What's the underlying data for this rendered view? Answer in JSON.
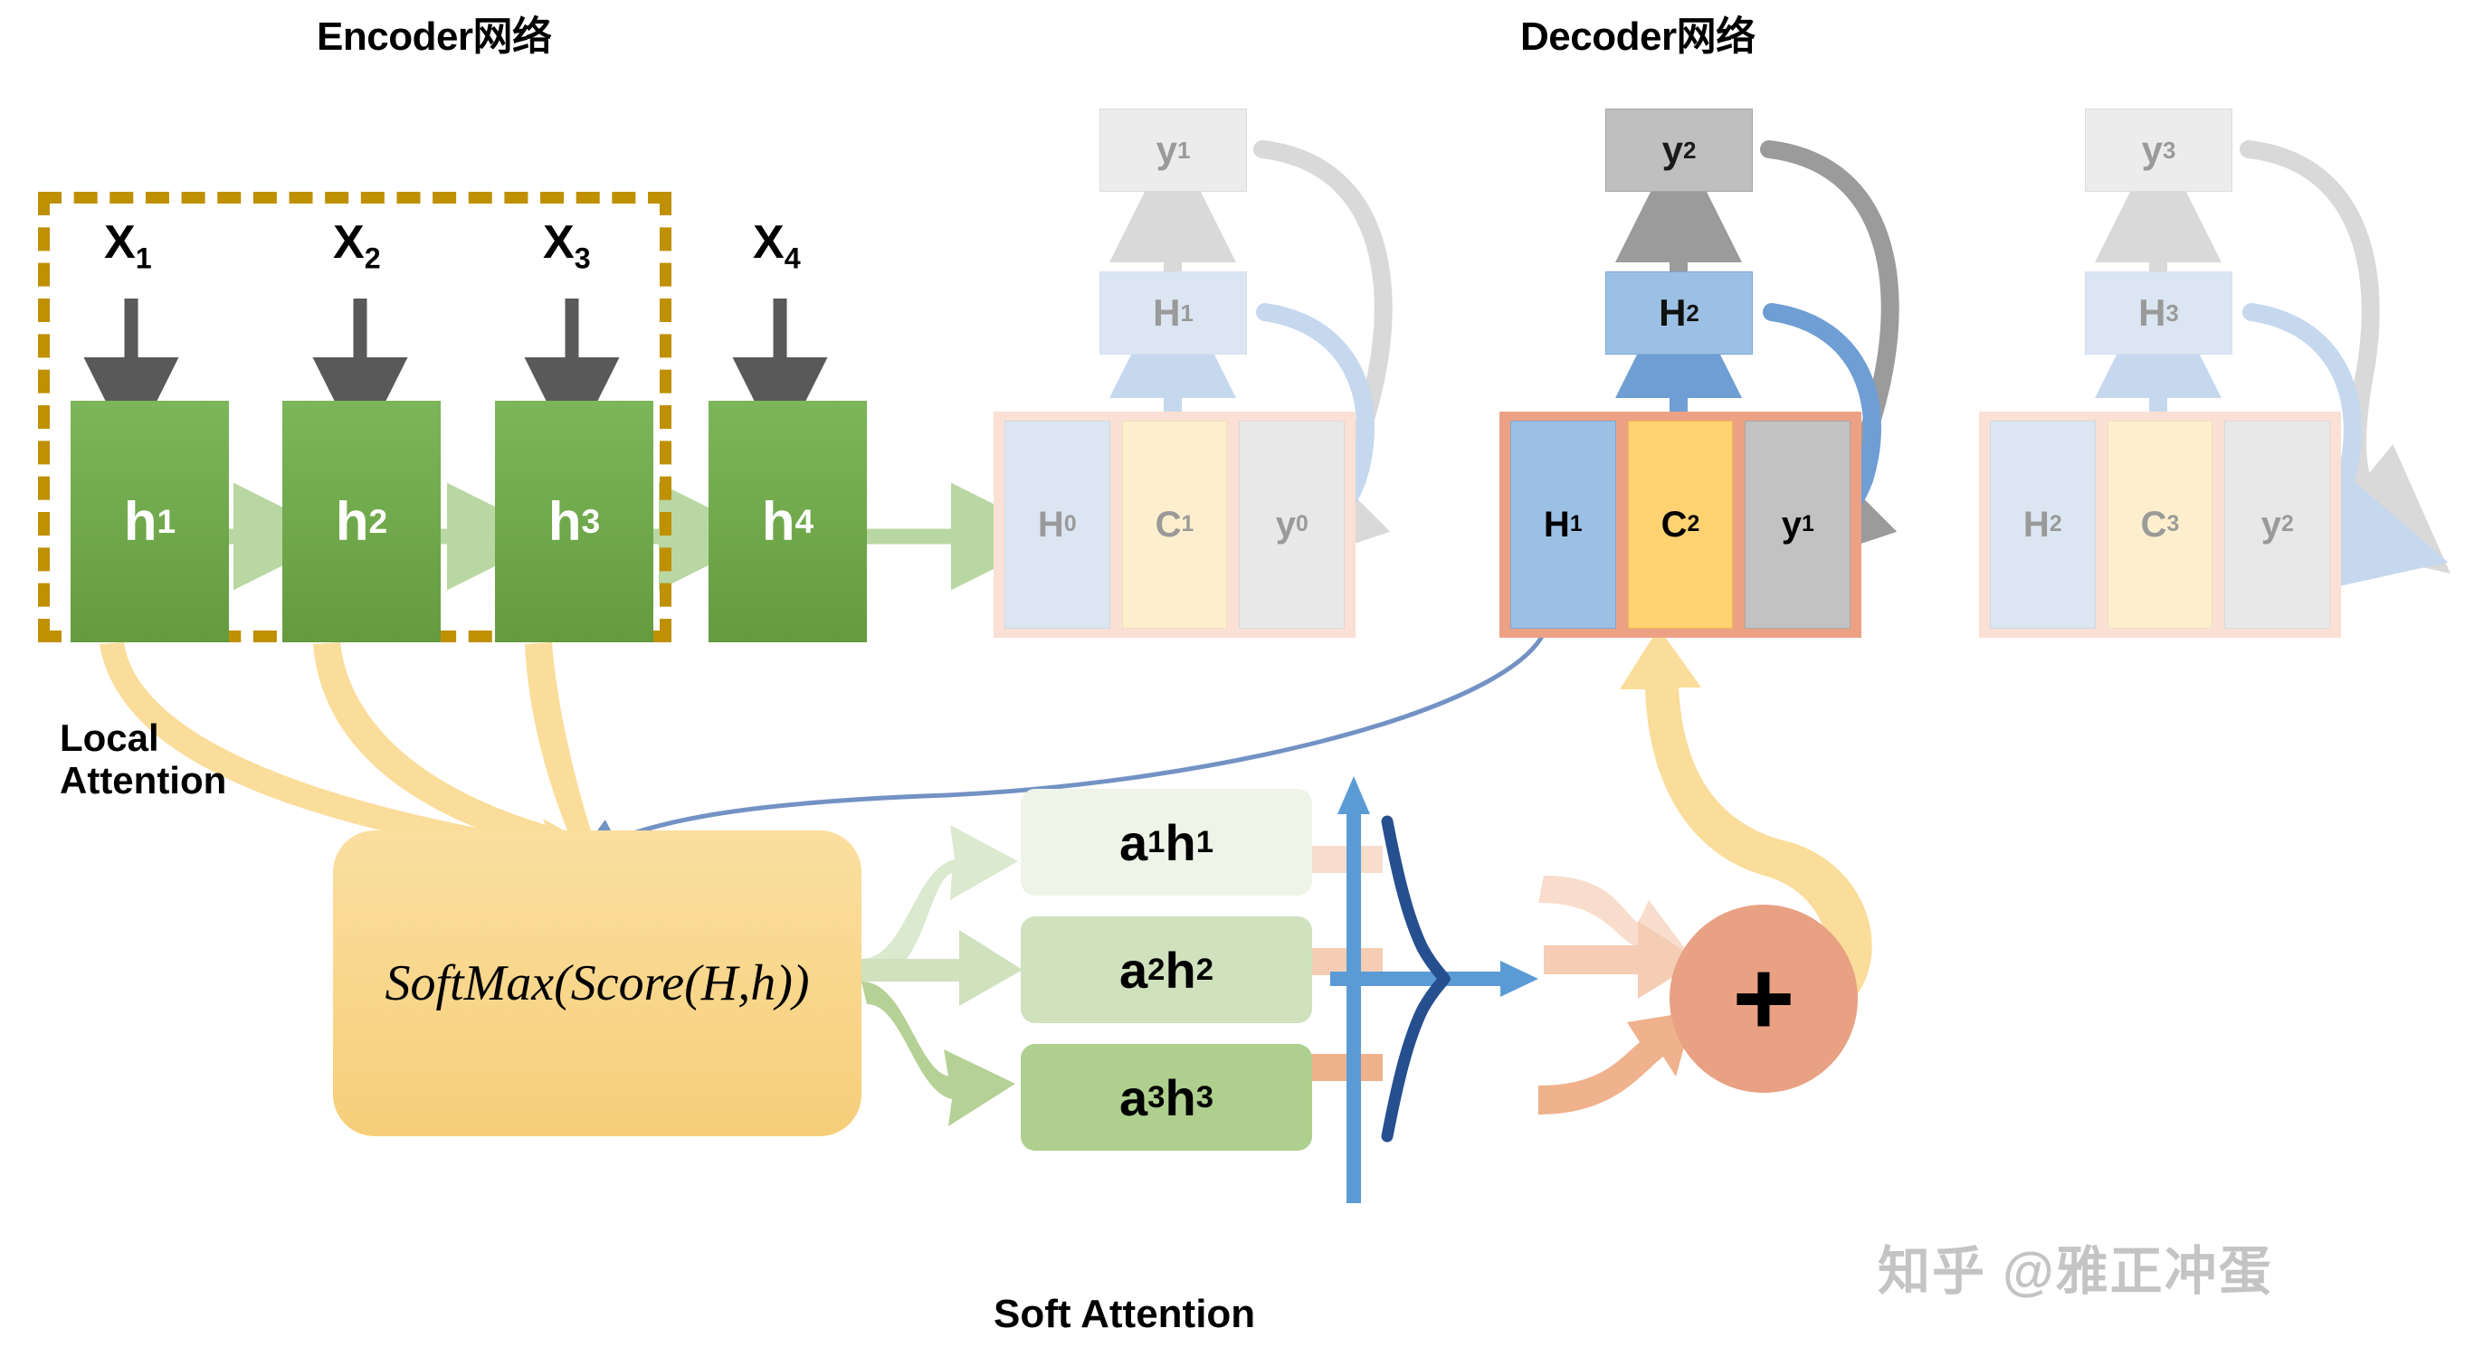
{
  "titles": {
    "encoder": "Encoder网络",
    "decoder": "Decoder网络"
  },
  "labels": {
    "local_attention": "Local\nAttention",
    "local_attention_line1": "Local",
    "local_attention_line2": "Attention",
    "soft_attention": "Soft Attention",
    "watermark": "知乎 @雅正冲蛋"
  },
  "encoder": {
    "inputs": [
      {
        "label": "X",
        "sub": "1"
      },
      {
        "label": "X",
        "sub": "2"
      },
      {
        "label": "X",
        "sub": "3"
      },
      {
        "label": "X",
        "sub": "4"
      }
    ],
    "hidden_states": [
      {
        "label": "h",
        "sub": "1"
      },
      {
        "label": "h",
        "sub": "2"
      },
      {
        "label": "h",
        "sub": "3"
      },
      {
        "label": "h",
        "sub": "4"
      }
    ]
  },
  "decoder": {
    "steps": [
      {
        "state": "faded",
        "output": {
          "label": "y",
          "sub": "1"
        },
        "hidden": {
          "label": "H",
          "sub": "1"
        },
        "cell": [
          {
            "label": "H",
            "sub": "0",
            "kind": "s-h"
          },
          {
            "label": "C",
            "sub": "1",
            "kind": "s-c"
          },
          {
            "label": "y",
            "sub": "0",
            "kind": "s-y"
          }
        ]
      },
      {
        "state": "active",
        "output": {
          "label": "y",
          "sub": "2"
        },
        "hidden": {
          "label": "H",
          "sub": "2"
        },
        "cell": [
          {
            "label": "H",
            "sub": "1",
            "kind": "s-h"
          },
          {
            "label": "C",
            "sub": "2",
            "kind": "s-c"
          },
          {
            "label": "y",
            "sub": "1",
            "kind": "s-y"
          }
        ]
      },
      {
        "state": "faded",
        "output": {
          "label": "y",
          "sub": "3"
        },
        "hidden": {
          "label": "H",
          "sub": "3"
        },
        "cell": [
          {
            "label": "H",
            "sub": "2",
            "kind": "s-h"
          },
          {
            "label": "C",
            "sub": "3",
            "kind": "s-c"
          },
          {
            "label": "y",
            "sub": "2",
            "kind": "s-y"
          }
        ]
      }
    ]
  },
  "attention": {
    "softmax_formula_parts": {
      "outer": "SoftMax(",
      "inner": "Score(H,h)",
      "close": ")"
    },
    "softmax_formula": "SoftMax(Score(H,h))",
    "weighted_states": [
      {
        "a": "a",
        "a_sub": "1",
        "h": "h",
        "h_sub": "1"
      },
      {
        "a": "a",
        "a_sub": "2",
        "h": "h",
        "h_sub": "2"
      },
      {
        "a": "a",
        "a_sub": "3",
        "h": "h",
        "h_sub": "3"
      }
    ],
    "sum_symbol": "+"
  },
  "colors": {
    "encoder_green": "#70ad47",
    "encoder_arrow_green": "#b9d7a2",
    "dashed_gold": "#bf9000",
    "attention_yellow": "#f8d68b",
    "decoder_cell_active": "#eda184",
    "decoder_cell_faded": "#fbe0d5",
    "hidden_blue_active": "#9cc0e4",
    "hidden_blue_faded": "#dce6f2",
    "output_gray_active": "#bfbfbf",
    "output_gray_faded": "#ececec",
    "cell_c_active": "#ffd272",
    "cell_c_faded": "#fdefcd",
    "plus_circle": "#e8a183",
    "gauss_curve": "#264f8f",
    "gauss_axis": "#5b9bd5",
    "gauss_panel": "#dce6f2",
    "watermark_gray": "#c4c4c4",
    "black": "#000000"
  },
  "chart_data": {
    "type": "line",
    "title": "",
    "xlabel": "",
    "ylabel": "",
    "description": "Gaussian / normal distribution bell curve drawn rotated so the peak points to the right along the horizontal axis",
    "axes": {
      "horizontal": true,
      "vertical": true,
      "grid": false
    },
    "x": [
      -3.0,
      -2.5,
      -2.0,
      -1.5,
      -1.0,
      -0.5,
      0.0,
      0.5,
      1.0,
      1.5,
      2.0,
      2.5,
      3.0
    ],
    "y": [
      0.004,
      0.018,
      0.054,
      0.13,
      0.242,
      0.352,
      0.399,
      0.352,
      0.242,
      0.13,
      0.054,
      0.018,
      0.004
    ]
  }
}
